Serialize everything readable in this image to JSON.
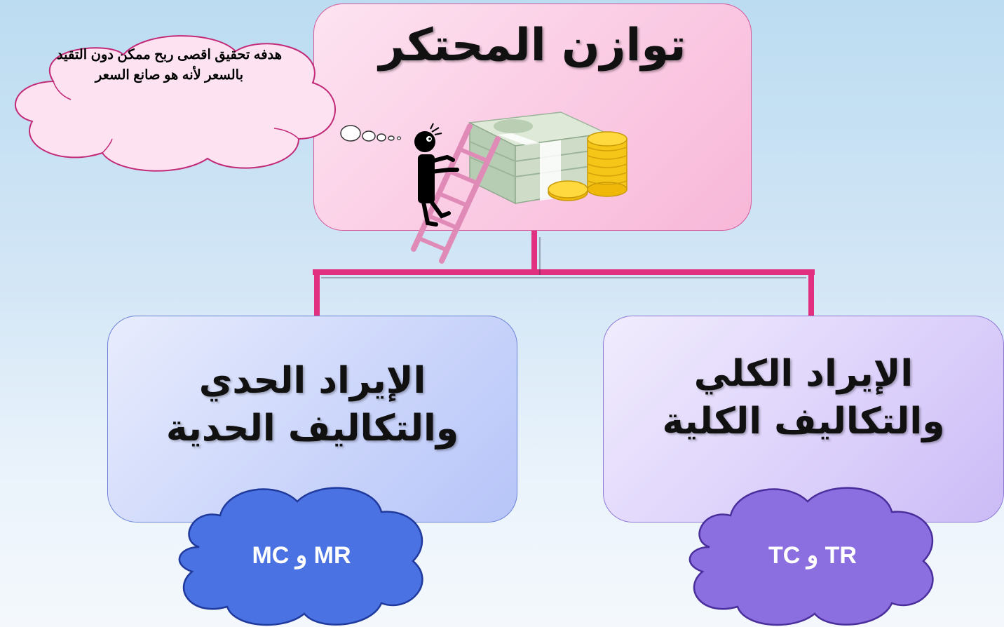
{
  "diagram": {
    "top": {
      "title": "توازن المحتكر"
    },
    "thought_bubble": {
      "text": "هدفه تحقيق اقصى ربح ممكن دون التقيد بالسعر لأنه هو صانع السعر"
    },
    "left": {
      "title": "الإيراد الحدي والتكاليف الحدية",
      "cloud_label": "MR و MC"
    },
    "right": {
      "title": "الإيراد الكلي والتكاليف الكلية",
      "cloud_label": "TR و TC"
    }
  },
  "colors": {
    "connector": "#e0307f",
    "top_fill": "#fbcfe6",
    "left_fill": "#ccd6fb",
    "right_fill": "#ddd2fb",
    "blue_cloud": "#4a72e2",
    "purple_cloud": "#8b6fe0",
    "thought_fill": "#fde3f1"
  },
  "icons": [
    "ladder-icon",
    "stick-figure-icon",
    "money-stack-icon",
    "gold-coins-icon"
  ]
}
